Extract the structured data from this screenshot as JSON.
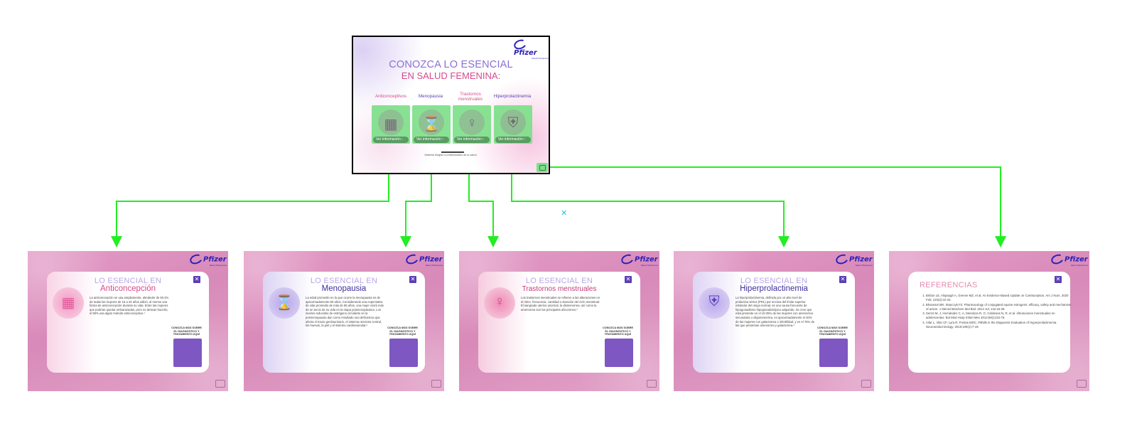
{
  "main_slide": {
    "brand": "Pfizer",
    "brand_sub": "Salud Femenina",
    "title_line1": "CONOZCA LO ESENCIAL",
    "title_line2": "EN SALUD FEMENINA:",
    "categories": [
      {
        "label": "Anticonceptivos",
        "color": "#d64a8c",
        "icon": "pills-calendar-icon",
        "button": "Ver información"
      },
      {
        "label": "Menopausia",
        "color": "#5a3fb7",
        "icon": "hourglass-icon",
        "button": "Ver información"
      },
      {
        "label": "Trastornos menstruales",
        "color": "#d64a8c",
        "icon": "uterus-icon",
        "button": "Ver información"
      },
      {
        "label": "Hiperprolactinemia",
        "color": "#5a3fb7",
        "icon": "shield-brain-icon",
        "button": "Ver información"
      }
    ],
    "footer": "Material dirigido a profesionales de la salud."
  },
  "slides": [
    {
      "id": "anticoncepcion",
      "heading1": "LO ESENCIAL EN",
      "heading2": "Anticoncepción",
      "heading2_color": "#d64a8c",
      "wash_color": "#f6c3dc",
      "body": "La anticoncepción se usa ampliamente, alrededor de 60.2% de todas las mujeres de 15 a 44 años utilizó, al menos una forma de anticoncepción durante su vida. Entre las mujeres que podrían quedar embarazadas, pero no desean hacerlo, el 90% usa algún método anticonceptivo.¹",
      "cta": "CONOZCA MÁS SOBRE EL DIAGNÓSTICO Y TRATAMIENTO AQUÍ"
    },
    {
      "id": "menopausia",
      "heading1": "LO ESENCIAL EN",
      "heading2": "Menopausia",
      "heading2_color": "#3d2e9c",
      "wash_color": "#d3c8f1",
      "body": "La edad promedio en la que ocurre la menopausia es de aproximadamente 50 años. Considerando una expectativa de vida promedio de más de 85 años, una mujer vivirá más de un tercio de su vida en la etapa posmenopáusica. Los niveles reducidos de estrógeno circulante en la posmenopausia dan como resultado una deficiencia que afecta el tracto genitourinario, el sistema nervioso central, los huesos, la piel y el sistema cardiovascular.²",
      "cta": "CONOZCA MÁS SOBRE EL DIAGNÓSTICO Y TRATAMIENTO AQUÍ"
    },
    {
      "id": "trastornos",
      "heading1": "LO ESENCIAL EN",
      "heading2": "Trastornos menstruales",
      "heading2_color": "#c43a7a",
      "wash_color": "#f4bfd6",
      "body": "Los trastornos menstruales se refieren a las alteraciones en el ritmo, frecuencia, cantidad o duración del ciclo menstrual. El sangrado uterino anormal, la dismenorrea, así como la amenorrea son las principales afecciones.³",
      "cta": "CONOZCA MÁS SOBRE EL DIAGNÓSTICO Y TRATAMIENTO AQUÍ"
    },
    {
      "id": "hiperprolactinemia",
      "heading1": "LO ESENCIAL EN",
      "heading2": "Hiperprolactinemia",
      "heading2_color": "#3d2e9c",
      "wash_color": "#d6c9f2",
      "body": "La hiperprolactinemia, definida por un alto nivel de prolactina sérica (PRL) por encima del límite superior estándar del rango normal, es una causa frecuente de hipogonadismo hipogonadotrópico adquirido. Se cree que está presente en el 10-25% de las mujeres con amenorrea secundaria u oligomenorrea, en aproximadamente el 30% de las mujeres con galactorrea o infertilidad, y en el 75% de las que presentan amenorrea y galactorrea.⁴",
      "cta": "CONOZCA MÁS SOBRE EL DIAGNÓSTICO Y TRATAMIENTO AQUÍ"
    }
  ],
  "references": {
    "title": "REFERENCIAS",
    "items": [
      "Britton LE, Alspaugh A, Greene MZ, et al. An Evidence-Based Update on Contraception. Am J Nurs. 2020 Feb; 120(2):22-33.",
      "Bhavnani BR, Stanczyk FZ. Pharmacology of conjugated equine estrogens: efficacy, safety and mechanism of action. J Steroid Biochem Mol Biol. 2014 Jul; 142:16-29.",
      "Serret M, J, Hernández C, A, Mendoza R, O, Cárdenas N, R, et al. Alteraciones menstruales en adolescentes. Bol Med Hosp Infant Mex 2012;69(1):63-76.",
      "Vilar L, Vilar CF, Lyra R, Freitas MDC. Pitfalls in the Diagnostic Evaluation of Hyperprolactinemia. Neuroendocrinology. 2019;109(1):7-19."
    ]
  },
  "connector_color": "#22ee22"
}
